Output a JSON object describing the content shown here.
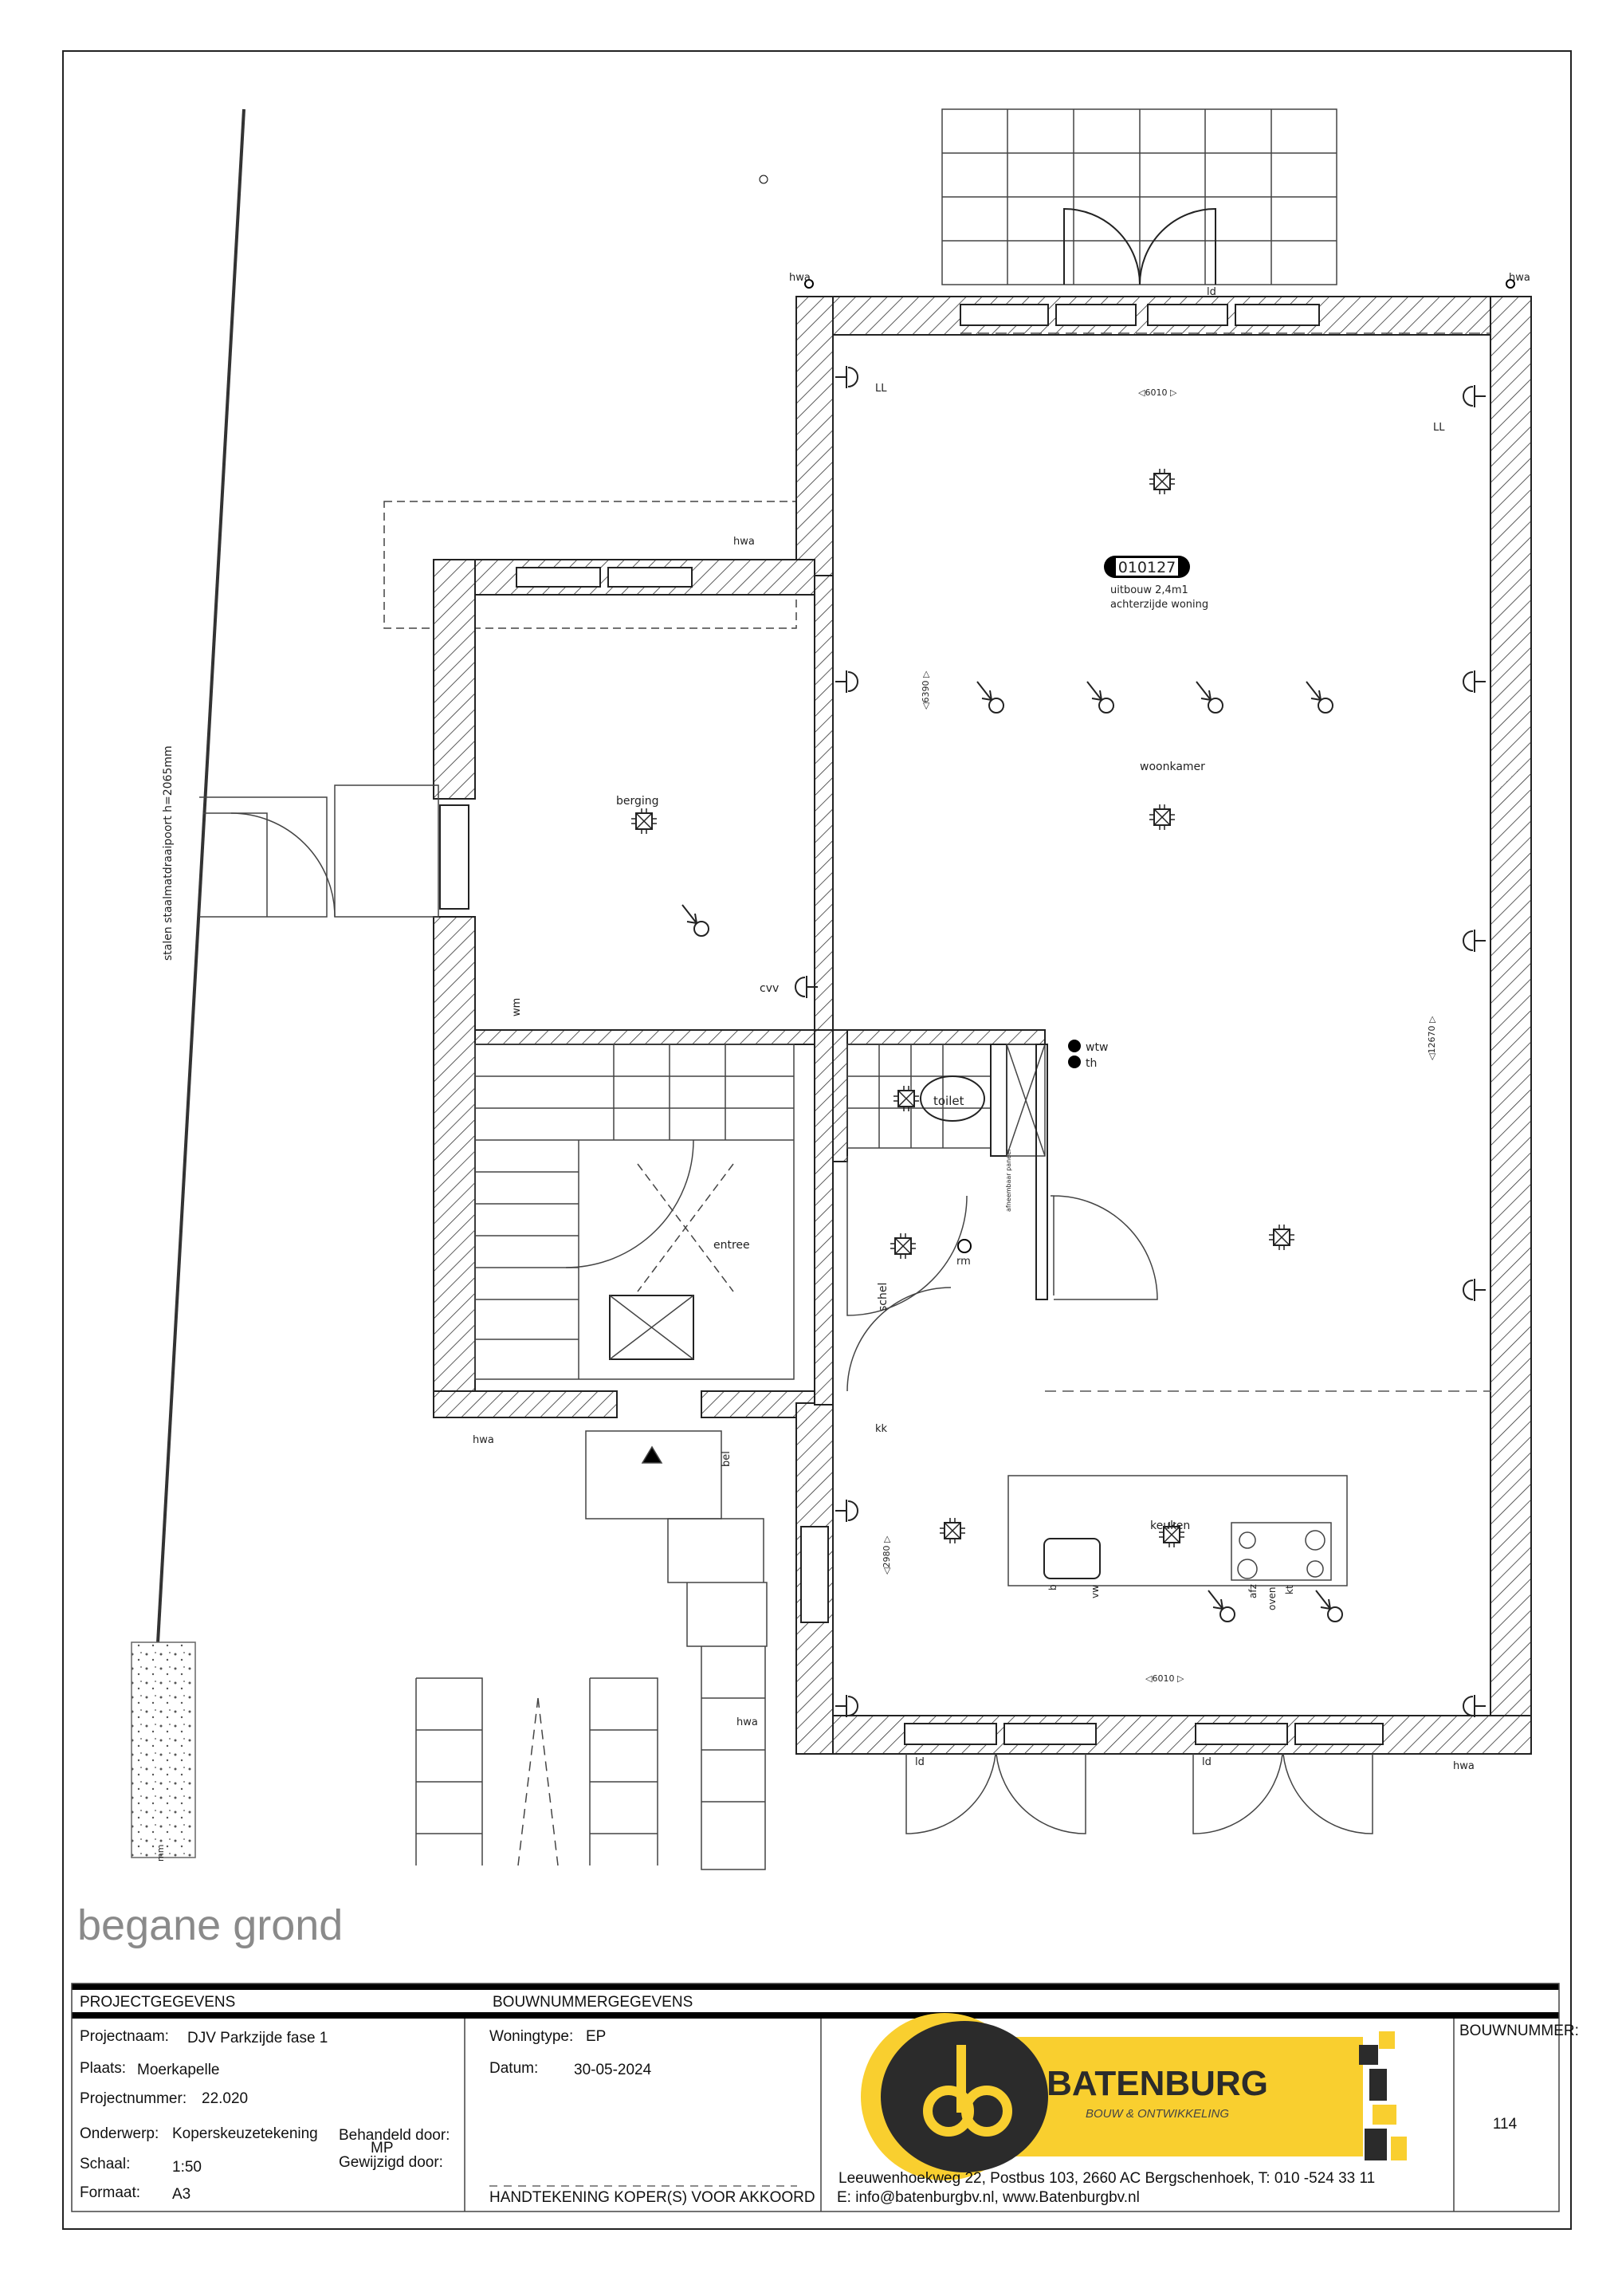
{
  "drawing": {
    "title": "begane grond",
    "room_labels": {
      "woonkamer": "woonkamer",
      "berging": "berging",
      "entree": "entree",
      "toilet": "toilet",
      "keuken": "keuken",
      "cvv": "cvv",
      "wtw": "wtw",
      "th": "th",
      "rm": "rm",
      "schel": "schel",
      "bel": "bel",
      "kk": "kk",
      "wm": "wm",
      "panel": "afneembaar paneel"
    },
    "option_tag": {
      "code": "010127",
      "line1": "uitbouw 2,4m1",
      "line2": "achterzijde woning"
    },
    "gate_note": "stalen staalmatdraaipoort  h=2065mm",
    "gravel_note": "mm",
    "dimensions": {
      "top_width": "◁6010 ▷",
      "bottom_width": "◁6010 ▷",
      "woonkamer_depth": "◁6390 ▷",
      "total_depth": "◁12670 ▷",
      "kitchen_depth": "◁2980 ▷"
    },
    "fixture_labels": {
      "hwa": "hwa",
      "ld": "ld",
      "LL": "LL",
      "kitchen_afz": "afz",
      "kitchen_oven": "oven",
      "kitchen_kt": "kt",
      "kitchen_vw": "vw",
      "kitchen_b": "b"
    }
  },
  "title_block": {
    "project_header": "PROJECTGEGEVENS",
    "bouwnummer_header": "BOUWNUMMERGEGEVENS",
    "projectnaam_label": "Projectnaam:",
    "projectnaam": "DJV Parkzijde fase 1",
    "plaats_label": "Plaats:",
    "plaats": "Moerkapelle",
    "projectnummer_label": "Projectnummer:",
    "projectnummer": "22.020",
    "onderwerp_label": "Onderwerp:",
    "onderwerp": "Koperskeuzetekening",
    "schaal_label": "Schaal:",
    "schaal": "1:50",
    "formaat_label": "Formaat:",
    "formaat": "A3",
    "behandeld_label": "Behandeld door:",
    "behandeld": "MP",
    "gewijzigd_label": "Gewijzigd door:",
    "woningtype_label": "Woningtype:",
    "woningtype": "EP",
    "datum_label": "Datum:",
    "datum": "30-05-2024",
    "signature_label": "HANDTEKENING KOPER(S) VOOR AKKOORD",
    "company": {
      "name": "BATENBURG",
      "tagline": "BOUW & ONTWIKKELING",
      "logo_letters": "ab",
      "address": "Leeuwenhoekweg 22, Postbus 103, 2660 AC Bergschenhoek, T: 010 -524 33 11",
      "contact": "E: info@batenburgbv.nl, www.Batenburgbv.nl",
      "brand_yellow": "#F9CF2F",
      "brand_dark": "#2B2B2B"
    },
    "bouwnummer_label": "BOUWNUMMER:",
    "bouwnummer": "114"
  }
}
